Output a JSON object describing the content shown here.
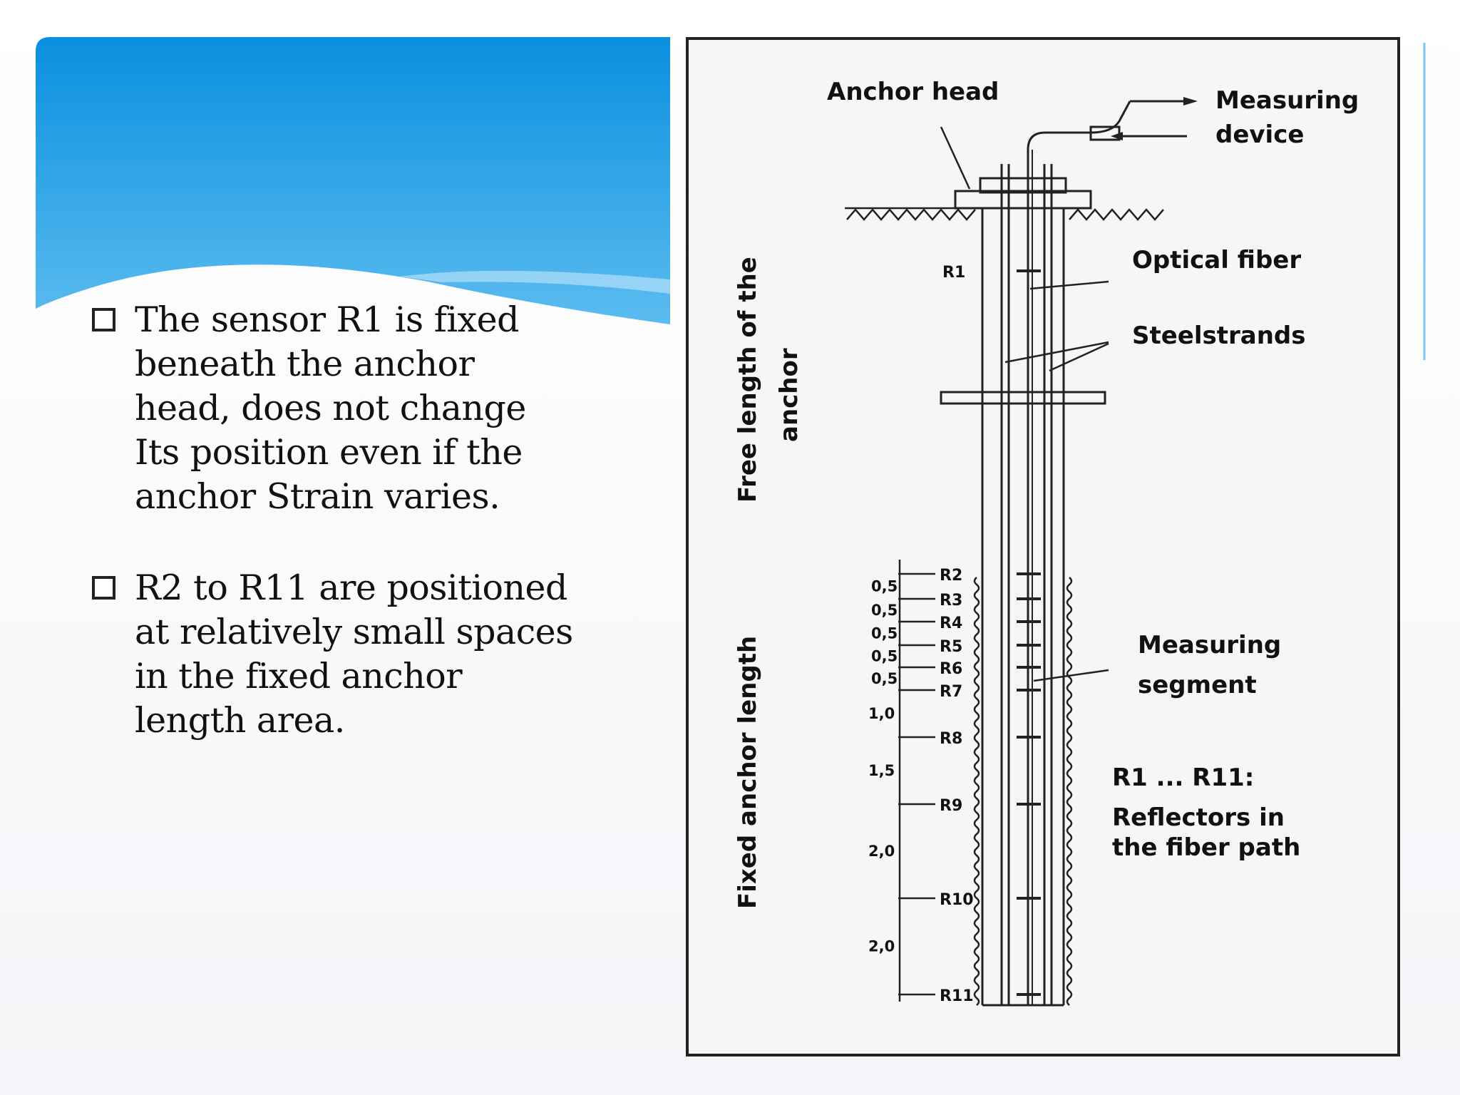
{
  "bullets": [
    {
      "lines": [
        "The sensor R1 is fixed",
        "beneath the anchor",
        "head, does not change",
        "Its position even if the",
        "anchor Strain varies."
      ]
    },
    {
      "lines": [
        "R2 to R11 are positioned",
        "at relatively small spaces",
        "in the fixed anchor",
        "length area."
      ]
    }
  ],
  "diagram": {
    "labels": {
      "anchor_head": "Anchor head",
      "measuring_device_1": "Measuring",
      "measuring_device_2": "device",
      "optical_fiber": "Optical fiber",
      "steelstrands": "Steelstrands",
      "measuring_segment_1": "Measuring",
      "measuring_segment_2": "segment",
      "reflectors_1": "R1 ... R11:",
      "reflectors_2": "Reflectors in",
      "reflectors_3": "the fiber path",
      "free_length_1": "Free length of the",
      "free_length_2": "anchor",
      "fixed_length": "Fixed anchor length"
    },
    "reflectors": [
      "R1",
      "R2",
      "R3",
      "R4",
      "R5",
      "R6",
      "R7",
      "R8",
      "R9",
      "R10",
      "R11"
    ],
    "spacings": [
      "0,5",
      "0,5",
      "0,5",
      "0,5",
      "0,5",
      "1,0",
      "1,5",
      "2,0",
      "2,0"
    ]
  },
  "colors": {
    "header_top": "#0a8fdf",
    "header_bottom": "#4fb6ee",
    "wave_light": "#9fd6f6"
  }
}
